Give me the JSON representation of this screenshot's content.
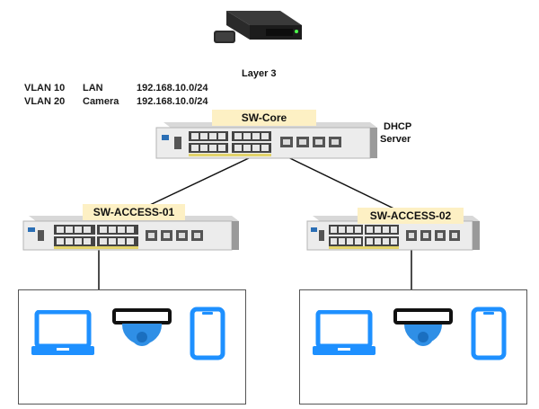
{
  "router": {
    "label": "Layer 3",
    "icon": "router-icon"
  },
  "core": {
    "label": "SW-Core",
    "note_line1": "DHCP",
    "note_line2": "Server"
  },
  "access": [
    {
      "label": "SW-ACCESS-01"
    },
    {
      "label": "SW-ACCESS-02"
    }
  ],
  "vlans": [
    {
      "id": "VLAN 10",
      "name": "LAN",
      "subnet": "192.168.10.0/24"
    },
    {
      "id": "VLAN 20",
      "name": "Camera",
      "subnet": "192.168.10.0/24"
    }
  ],
  "colors": {
    "device_blue": "#1e90ff",
    "camera_blue": "#2f8fe6",
    "label_bg": "#fdf0c4",
    "line": "#111111"
  }
}
